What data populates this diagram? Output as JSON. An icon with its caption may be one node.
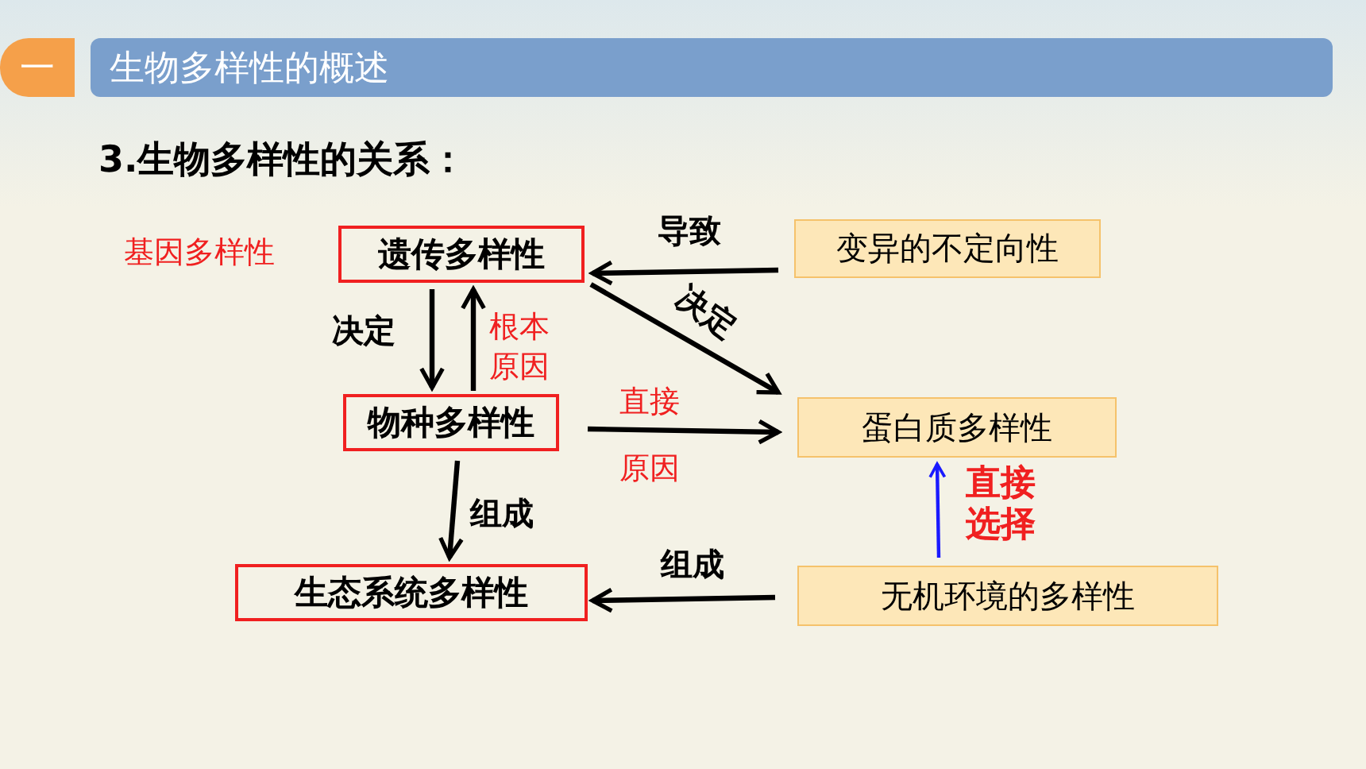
{
  "diagram": {
    "title": "生物多样性的概述",
    "nodes": [
      {
        "text": [
          "遗传多样性"
        ],
        "beside": [
          "基因多样性"
        ]
      },
      {
        "text": [
          "物种多样性"
        ]
      },
      {
        "text": [
          "生态系统多样性"
        ]
      },
      {
        "text": [
          "变异的不定向性"
        ]
      },
      {
        "text": [
          "蛋白质多样性"
        ]
      },
      {
        "text": [
          "无机环境的多样性"
        ]
      }
    ],
    "edges": [
      {
        "from": 3,
        "to": 0,
        "arrow": "to",
        "label": "导致"
      },
      {
        "from": 0,
        "to": 4,
        "arrow": "to",
        "label": "决定"
      },
      {
        "from": 0,
        "to": 1,
        "arrow": "to",
        "label": "决定"
      },
      {
        "from": 1,
        "to": 0,
        "arrow": "to",
        "label": "根本原因"
      },
      {
        "from": 1,
        "to": 4,
        "arrow": "to",
        "label": "直接原因"
      },
      {
        "from": 1,
        "to": 2,
        "arrow": "to",
        "label": "组成"
      },
      {
        "from": 5,
        "to": 2,
        "arrow": "to",
        "label": "组成"
      },
      {
        "from": 5,
        "to": 4,
        "arrow": "to",
        "label": "直接选择",
        "color": "#1a1aff"
      }
    ],
    "labels": [
      "一",
      "3.生物多样性的关系："
    ]
  }
}
